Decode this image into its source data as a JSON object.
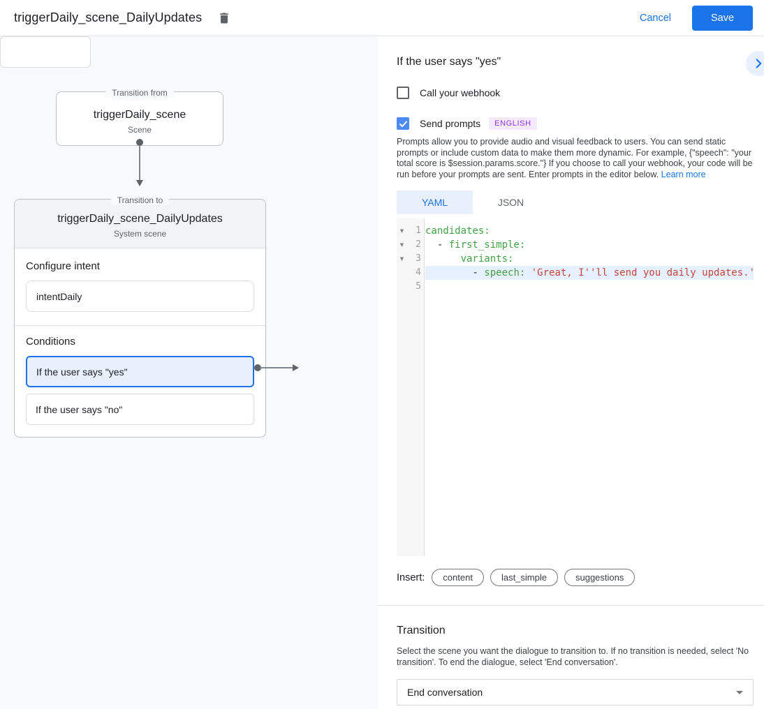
{
  "header": {
    "title": "triggerDaily_scene_DailyUpdates",
    "cancel_label": "Cancel",
    "save_label": "Save"
  },
  "canvas": {
    "from_box": {
      "legend": "Transition from",
      "title": "triggerDaily_scene",
      "subtitle": "Scene"
    },
    "to_box": {
      "legend": "Transition to",
      "title": "triggerDaily_scene_DailyUpdates",
      "subtitle": "System scene",
      "configure_intent_label": "Configure intent",
      "intent_value": "intentDaily",
      "conditions_label": "Conditions",
      "conditions": [
        {
          "label": "If the user says \"yes\"",
          "selected": true
        },
        {
          "label": "If the user says \"no\"",
          "selected": false
        }
      ]
    }
  },
  "panel": {
    "heading": "If the user says \"yes\"",
    "webhook_checkbox_label": "Call your webhook",
    "prompts_checkbox_label": "Send prompts",
    "language_badge": "ENGLISH",
    "description": "Prompts allow you to provide audio and visual feedback to users. You can send static prompts or include custom data to make them more dynamic. For example, {\"speech\": \"your total score is $session.params.score.\"} If you choose to call your webhook, your code will be run before your prompts are sent. Enter prompts in the editor below. ",
    "learn_more_label": "Learn more",
    "tabs": [
      {
        "label": "YAML",
        "active": true
      },
      {
        "label": "JSON",
        "active": false
      }
    ],
    "editor": {
      "lines": [
        {
          "num": "1",
          "fold": true,
          "active": false,
          "segments": [
            {
              "t": "candidates:",
              "c": "key"
            }
          ]
        },
        {
          "num": "2",
          "fold": true,
          "active": false,
          "segments": [
            {
              "t": "  - ",
              "c": "plain"
            },
            {
              "t": "first_simple:",
              "c": "key"
            }
          ]
        },
        {
          "num": "3",
          "fold": true,
          "active": false,
          "segments": [
            {
              "t": "      ",
              "c": "plain"
            },
            {
              "t": "variants:",
              "c": "key"
            }
          ]
        },
        {
          "num": "4",
          "fold": false,
          "active": true,
          "segments": [
            {
              "t": "        - ",
              "c": "plain"
            },
            {
              "t": "speech: ",
              "c": "key"
            },
            {
              "t": "'Great, I''ll send you daily updates.'",
              "c": "string"
            }
          ]
        },
        {
          "num": "5",
          "fold": false,
          "active": false,
          "segments": []
        }
      ]
    },
    "insert_label": "Insert:",
    "insert_chips": [
      "content",
      "last_simple",
      "suggestions"
    ],
    "transition": {
      "heading": "Transition",
      "description": "Select the scene you want the dialogue to transition to. If no transition is needed, select 'No transition'. To end the dialogue, select 'End conversation'.",
      "dropdown_value": "End conversation"
    }
  },
  "colors": {
    "accent_blue": "#1a73e8",
    "selection_bg": "#e8f0fe",
    "checkbox_blue": "#4c8bf5",
    "badge_purple": "#9334e6",
    "code_key_green": "#43a047",
    "code_string_red": "#c5463d"
  }
}
